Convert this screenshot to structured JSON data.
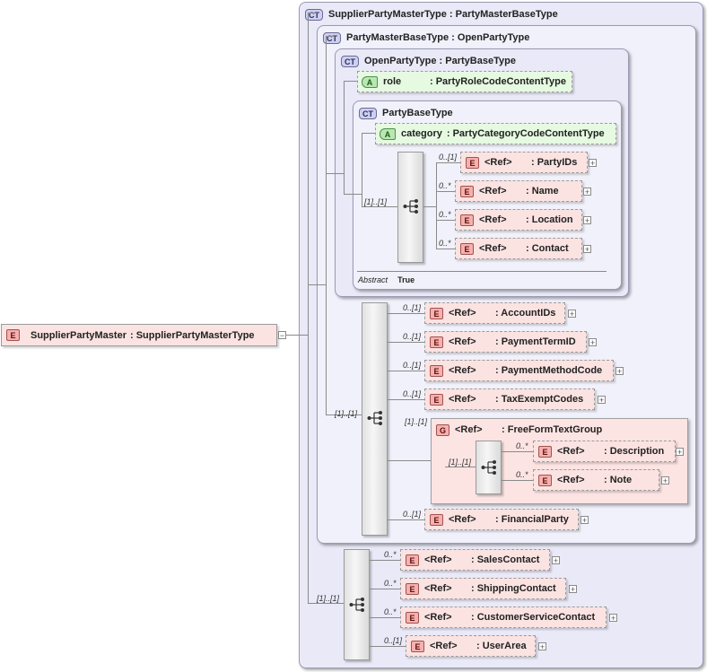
{
  "root": {
    "tag": "E",
    "name": "SupplierPartyMaster",
    "type": ": SupplierPartyMasterType",
    "expander": "−"
  },
  "supplier_ct": {
    "tag": "CT",
    "title": "SupplierPartyMasterType : PartyMasterBaseType"
  },
  "master_ct": {
    "tag": "CT",
    "title": "PartyMasterBaseType : OpenPartyType"
  },
  "open_ct": {
    "tag": "CT",
    "title": "OpenPartyType : PartyBaseType"
  },
  "party_ct": {
    "tag": "CT",
    "title": "PartyBaseType",
    "abstract_label": "Abstract",
    "abstract_value": "True"
  },
  "role_attr": {
    "tag": "A",
    "name": "role",
    "type": ": PartyRoleCodeContentType"
  },
  "category_attr": {
    "tag": "A",
    "name": "category",
    "type": ": PartyCategoryCodeContentType"
  },
  "party_seq": {
    "occ": "[1]..[1]",
    "items": [
      {
        "occ": "0..[1]",
        "tag": "E",
        "ref": "<Ref>",
        "type": ": PartyIDs",
        "expander": "+"
      },
      {
        "occ": "0..*",
        "tag": "E",
        "ref": "<Ref>",
        "type": ": Name",
        "expander": "+"
      },
      {
        "occ": "0..*",
        "tag": "E",
        "ref": "<Ref>",
        "type": ": Location",
        "expander": "+"
      },
      {
        "occ": "0..*",
        "tag": "E",
        "ref": "<Ref>",
        "type": ": Contact",
        "expander": "+"
      }
    ]
  },
  "master_seq": {
    "occ": "[1]..[1]",
    "items": [
      {
        "occ": "0..[1]",
        "tag": "E",
        "ref": "<Ref>",
        "type": ": AccountIDs",
        "expander": "+"
      },
      {
        "occ": "0..[1]",
        "tag": "E",
        "ref": "<Ref>",
        "type": ": PaymentTermID",
        "expander": "+"
      },
      {
        "occ": "0..[1]",
        "tag": "E",
        "ref": "<Ref>",
        "type": ": PaymentMethodCode",
        "expander": "+"
      },
      {
        "occ": "0..[1]",
        "tag": "E",
        "ref": "<Ref>",
        "type": ": TaxExemptCodes",
        "expander": "+"
      }
    ],
    "group": {
      "occ": "[1]..[1]",
      "tag": "G",
      "ref": "<Ref>",
      "type": ": FreeFormTextGroup",
      "seq_occ": "[1]..[1]",
      "items": [
        {
          "occ": "0..*",
          "tag": "E",
          "ref": "<Ref>",
          "type": ": Description",
          "expander": "+"
        },
        {
          "occ": "0..*",
          "tag": "E",
          "ref": "<Ref>",
          "type": ": Note",
          "expander": "+"
        }
      ]
    },
    "last": {
      "occ": "0..[1]",
      "tag": "E",
      "ref": "<Ref>",
      "type": ": FinancialParty",
      "expander": "+"
    }
  },
  "supplier_seq": {
    "occ": "[1]..[1]",
    "items": [
      {
        "occ": "0..*",
        "tag": "E",
        "ref": "<Ref>",
        "type": ": SalesContact",
        "expander": "+"
      },
      {
        "occ": "0..*",
        "tag": "E",
        "ref": "<Ref>",
        "type": ": ShippingContact",
        "expander": "+"
      },
      {
        "occ": "0..*",
        "tag": "E",
        "ref": "<Ref>",
        "type": ": CustomerServiceContact",
        "expander": "+"
      },
      {
        "occ": "0..[1]",
        "tag": "E",
        "ref": "<Ref>",
        "type": ": UserArea",
        "expander": "+"
      }
    ]
  }
}
